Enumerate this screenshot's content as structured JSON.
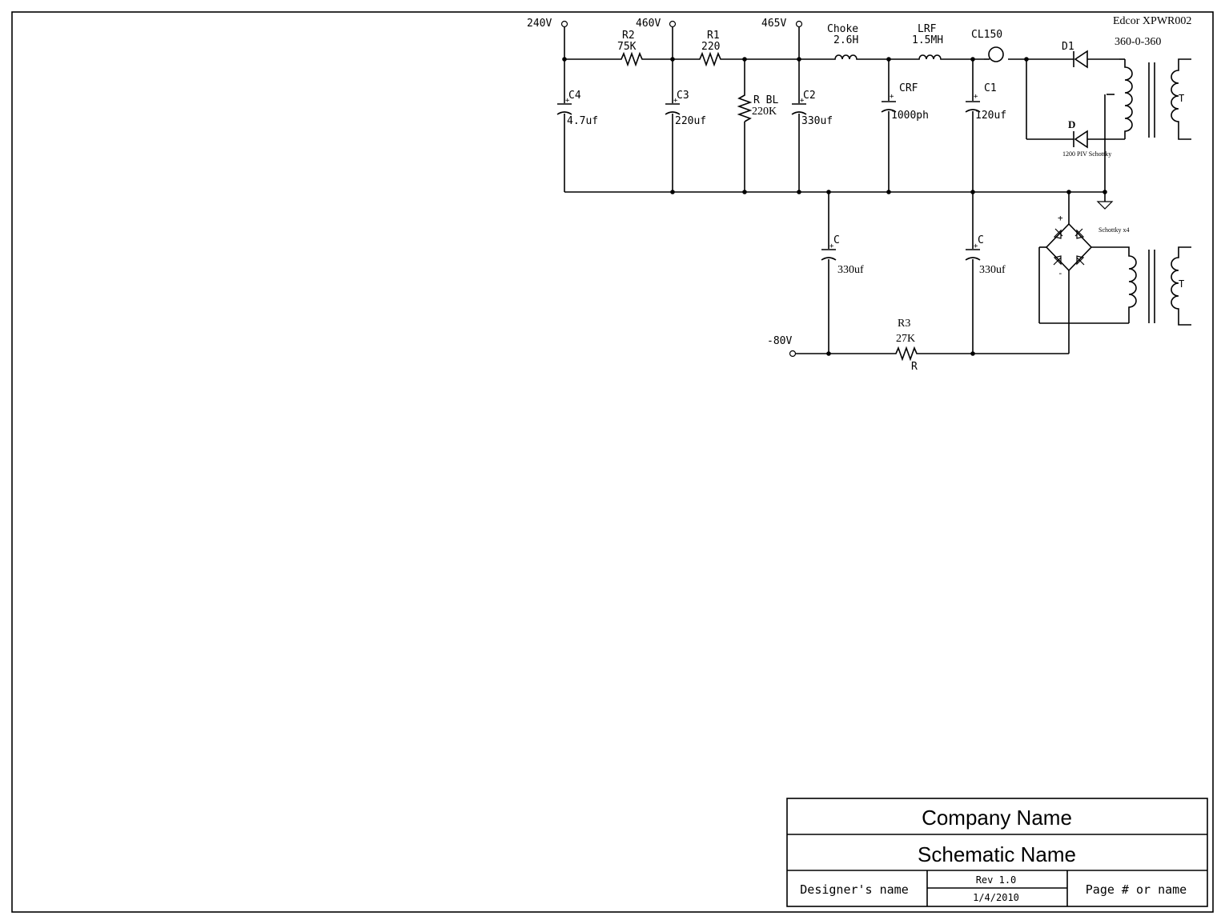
{
  "schematic": {
    "header": {
      "model": "Edcor XPWR002",
      "winding": "360-0-360"
    },
    "nodes": {
      "v240": "240V",
      "v460": "460V",
      "v465": "465V",
      "vneg80": "-80V"
    },
    "components": {
      "r2_ref": "R2",
      "r2_val": "75K",
      "r1_ref": "R1",
      "r1_val": "220",
      "choke_ref": "Choke",
      "choke_val": "2.6H",
      "lrf_ref": "LRF",
      "lrf_val": "1.5MH",
      "cl150_ref": "CL150",
      "d1_ref": "D1",
      "d_ref": "D",
      "d_note": "1200 PIV Schottky",
      "t1_ref": "T",
      "t2_ref": "T",
      "c4_ref": "C4",
      "c4_val": "4.7uf",
      "c3_ref": "C3",
      "c3_val": "220uf",
      "rbl_ref": "R BL",
      "rbl_val": "220K",
      "c2_ref": "C2",
      "c2_val": "330uf",
      "crf_ref": "CRF",
      "crf_val": "1000ph",
      "c1_ref": "C1",
      "c1_val": "120uf",
      "c5_ref": "C",
      "c5_val": "330uf",
      "c6_ref": "C",
      "c6_val": "330uf",
      "r3_ref": "R3",
      "r3_val": "27K",
      "r3_sub": "R",
      "bridge_note": "Schottky x4",
      "bridge_plus": "+",
      "bridge_minus": "-"
    }
  },
  "title_block": {
    "company": "Company Name",
    "schematic_name": "Schematic Name",
    "designer": "Designer's name",
    "rev": "Rev 1.0",
    "date": "1/4/2010",
    "page": "Page # or name"
  }
}
